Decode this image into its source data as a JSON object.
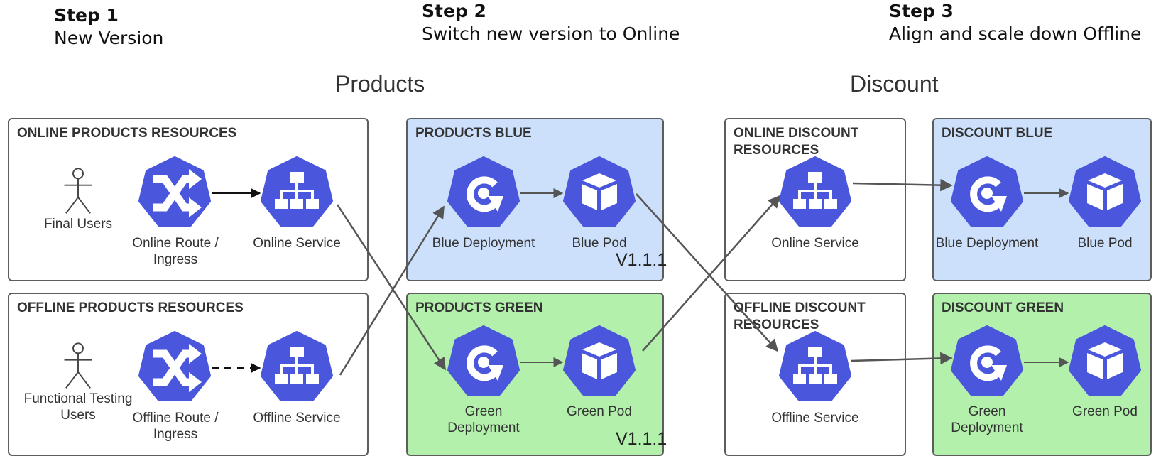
{
  "steps": [
    {
      "title": "Step 1",
      "desc": "New Version"
    },
    {
      "title": "Step 2",
      "desc": "Switch new version to Online"
    },
    {
      "title": "Step 3",
      "desc": "Align and scale down Offline"
    }
  ],
  "sections": {
    "products": "Products",
    "discount": "Discount"
  },
  "boxes": {
    "online_products": {
      "title": "ONLINE PRODUCTS RESOURCES"
    },
    "offline_products": {
      "title": "OFFLINE PRODUCTS RESOURCES"
    },
    "products_blue": {
      "title": "PRODUCTS BLUE"
    },
    "products_green": {
      "title": "PRODUCTS GREEN"
    },
    "online_discount": {
      "title": "ONLINE DISCOUNT\nRESOURCES"
    },
    "offline_discount": {
      "title": "OFFLINE DISCOUNT\nRESOURCES"
    },
    "discount_blue": {
      "title": "DISCOUNT BLUE"
    },
    "discount_green": {
      "title": "DISCOUNT GREEN"
    }
  },
  "nodes": {
    "final_users": "Final Users",
    "functional_users": "Functional Testing\nUsers",
    "online_route": "Online Route /\nIngress",
    "offline_route": "Offline Route /\nIngress",
    "online_service_p": "Online Service",
    "offline_service_p": "Offline Service",
    "blue_deploy_p": "Blue Deployment",
    "blue_pod_p": "Blue Pod",
    "green_deploy_p": "Green\nDeployment",
    "green_pod_p": "Green Pod",
    "online_service_d": "Online Service",
    "offline_service_d": "Offline Service",
    "blue_deploy_d": "Blue Deployment",
    "blue_pod_d": "Blue Pod",
    "green_deploy_d": "Green\nDeployment",
    "green_pod_d": "Green Pod"
  },
  "versions": {
    "blue": "V1.1.1",
    "green": "V1.1.1"
  },
  "colors": {
    "icon": "#4a57dc",
    "blue_box": "#cce0fc",
    "green_box": "#b2f0ab",
    "border": "#5d5d5d",
    "arrow": "#555555"
  },
  "icons": {
    "route": "route-ingress-icon",
    "service": "service-network-icon",
    "deployment": "deployment-sync-icon",
    "pod": "pod-cube-icon",
    "user": "user-person-icon"
  }
}
